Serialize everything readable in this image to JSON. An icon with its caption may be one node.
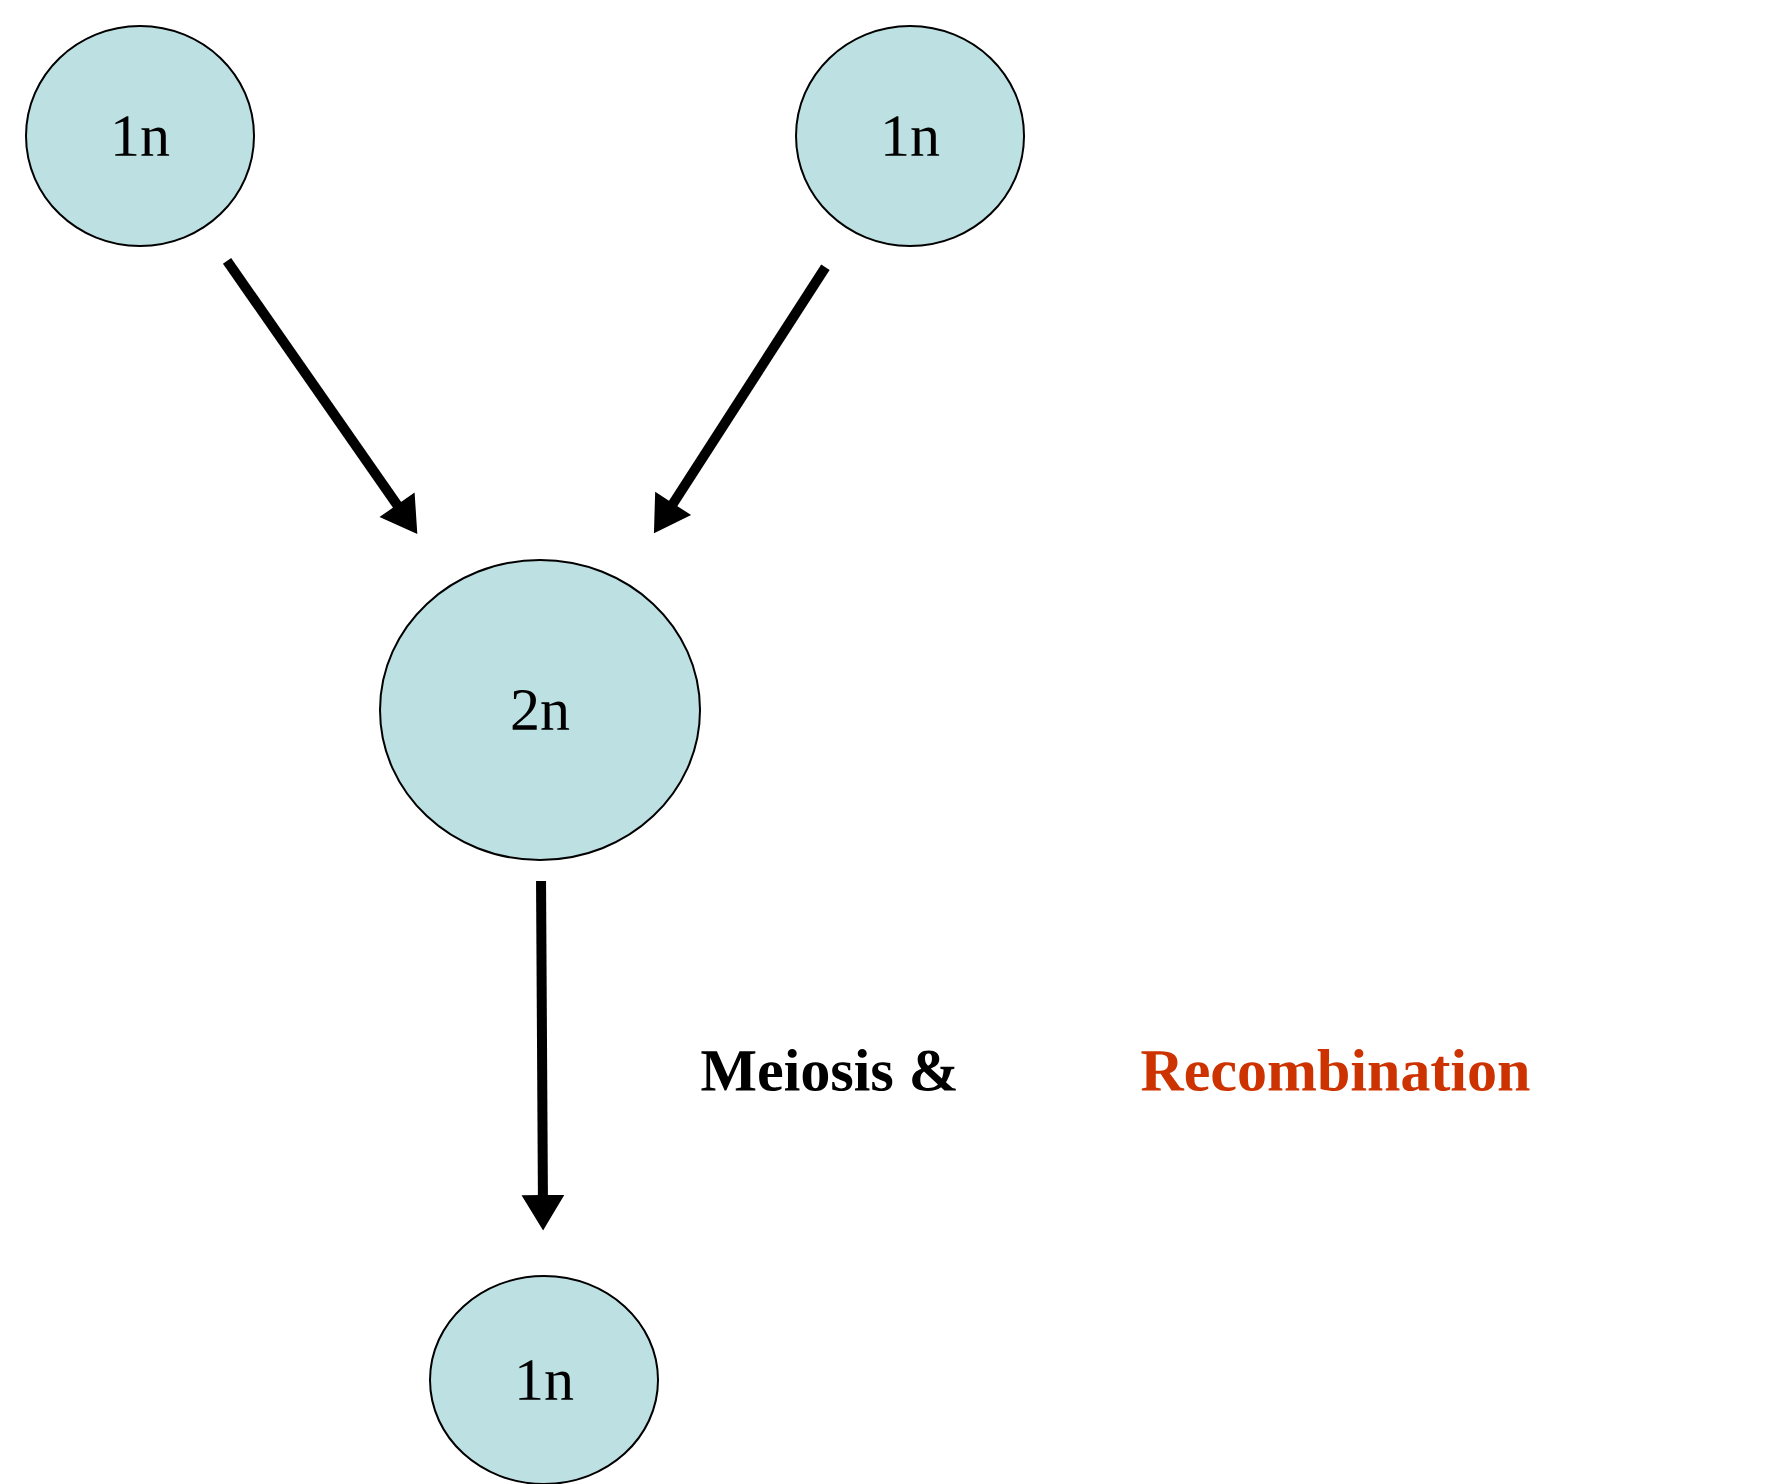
{
  "diagram": {
    "nodes": [
      {
        "text": [
          "1n"
        ]
      },
      {
        "text": [
          "1n"
        ]
      },
      {
        "text": [
          "2n"
        ]
      },
      {
        "text": [
          "1n"
        ]
      }
    ],
    "edges": [
      {
        "from": 0,
        "to": 2,
        "arrow": "to"
      },
      {
        "from": 1,
        "to": 2,
        "arrow": "to"
      },
      {
        "from": 2,
        "to": 3,
        "arrow": "to"
      }
    ],
    "labels": [
      "Meiosis &",
      "Recombination"
    ]
  }
}
